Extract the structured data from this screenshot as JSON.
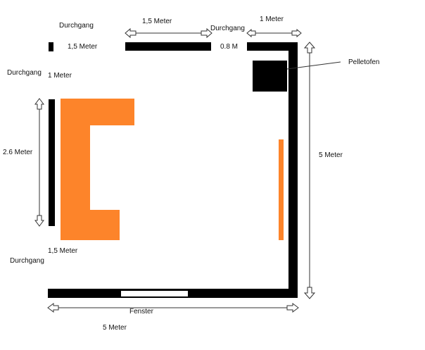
{
  "labels": {
    "top_left_passage": "Durchgang",
    "top_left_width": "1,5 Meter",
    "top_mid_width": "1,5 Meter",
    "top_mid_passage": "Durchgang",
    "top_right_width": "1 Meter",
    "top_gap_width": "0.8 M",
    "stove": "Pelletofen",
    "left_passage": "Durchgang",
    "left_passage_width": "1 Meter",
    "left_wall_length": "2.6 Meter",
    "right_wall_length": "5 Meter",
    "bottom_left_width": "1,5 Meter",
    "bottom_left_passage": "Durchgang",
    "window": "Fenster",
    "bottom_wall_length": "5 Meter"
  },
  "colors": {
    "wall": "#000000",
    "furniture": "#fd842a"
  }
}
